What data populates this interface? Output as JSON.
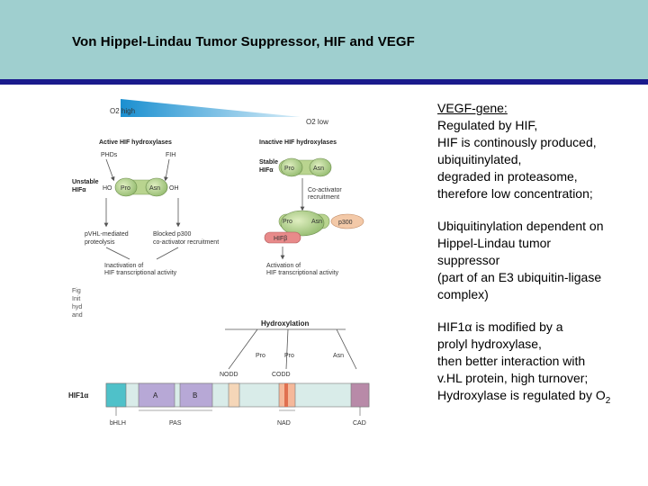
{
  "slide": {
    "title": "Von Hippel-Lindau Tumor Suppressor, HIF and VEGF"
  },
  "text": {
    "p1": {
      "heading": "VEGF-gene:",
      "lines": [
        "Regulated by HIF,",
        "HIF is continously produced,",
        "ubiquitinylated,",
        "degraded in proteasome,",
        "therefore low concentration;"
      ]
    },
    "p2": {
      "lines": [
        "Ubiquitinylation dependent on",
        "Hippel-Lindau tumor",
        "suppressor",
        "(part of an E3 ubiquitin-ligase",
        "complex)"
      ]
    },
    "p3": {
      "line1_pre": "HIF1",
      "line1_alpha": "α",
      "line1_post": " is modified by a",
      "lines": [
        "prolyl hydroxylase,",
        "then better interaction with",
        "v.HL protein, high turnover;"
      ],
      "last_pre": "Hydroxylase is regulated by O",
      "last_sub": "2"
    }
  },
  "figure": {
    "o2_high": "O2 high",
    "o2_low": "O2 low",
    "active_label": "Active HIF hydroxylases",
    "inactive_label": "Inactive HIF hydroxylases",
    "phds": "PHDs",
    "fih": "FIH",
    "unstable": "Unstable",
    "hif_alpha": "HIFα",
    "ho": "HO",
    "pro": "Pro",
    "asn": "Asn",
    "oh": "OH",
    "stable": "Stable",
    "coactivator": "Co-activator",
    "recruitment": "recruitment",
    "p300": "p300",
    "hifb": "HIFβ",
    "pvhl1": "pVHL-mediated",
    "pvhl2": "proteolysis",
    "blocked1": "Blocked p300",
    "blocked2": "co-activator recruitment",
    "inact1": "Inactivation of",
    "inact2": "HIF transcriptional activity",
    "act1": "Activation of",
    "act2": "HIF transcriptional activity",
    "fig_cut": [
      "Fig",
      "Init",
      "hyd",
      "and"
    ],
    "hydroxylation": "Hydroxylation",
    "nodd": "NODD",
    "codd": "CODD",
    "hif1a": "HIF1α",
    "dom_a": "A",
    "dom_b": "B",
    "bhlh": "bHLH",
    "pas": "PAS",
    "nad": "NAD",
    "cad": "CAD"
  }
}
